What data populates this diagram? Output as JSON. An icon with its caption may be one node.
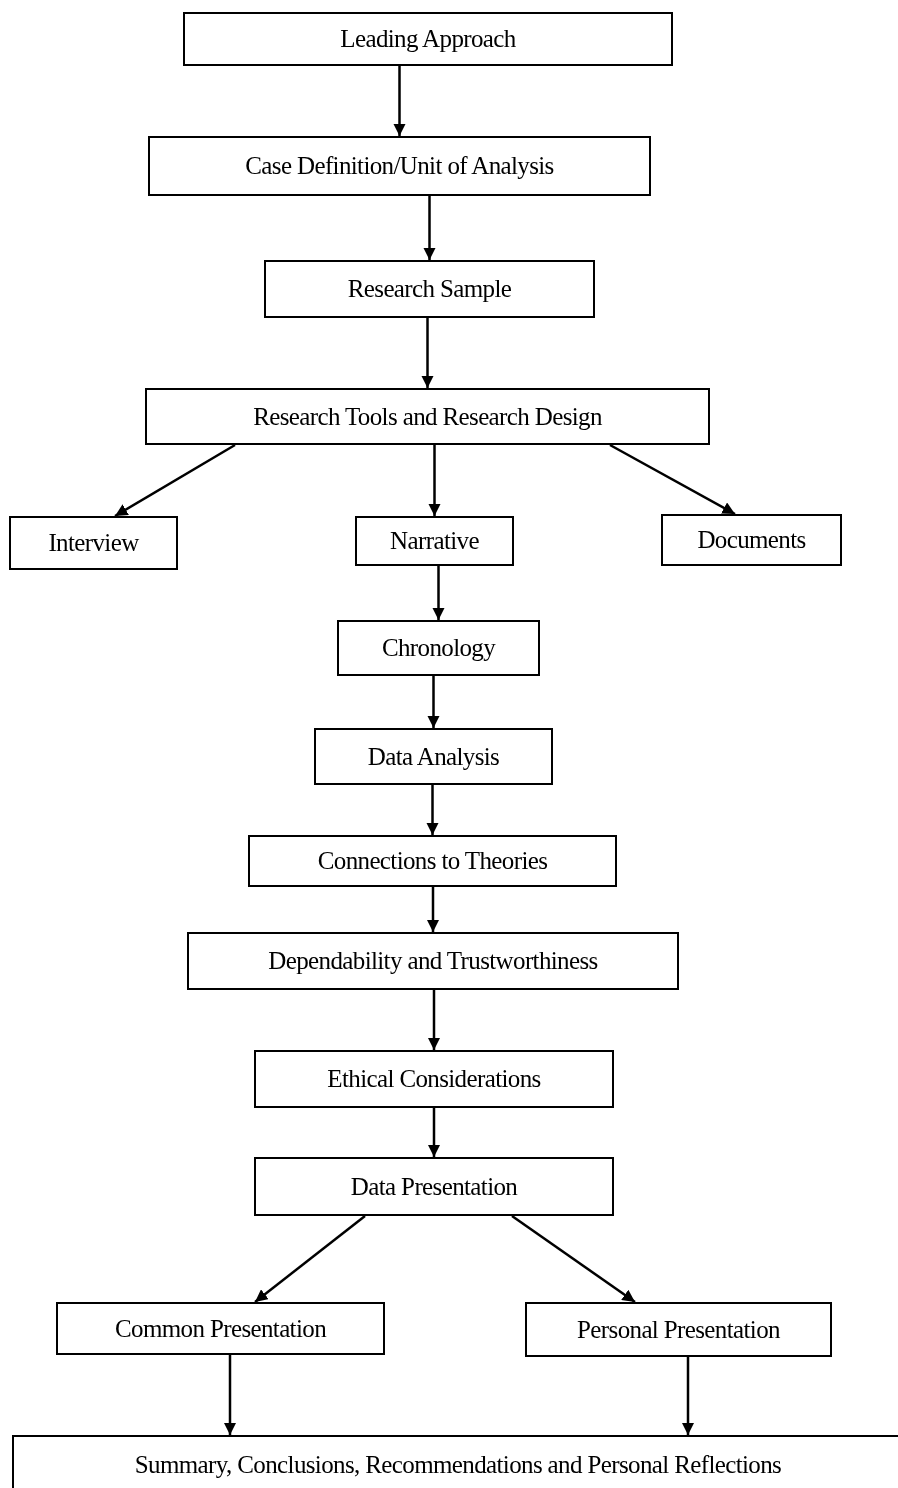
{
  "diagram": {
    "nodes": [
      {
        "text": [
          "Leading Approach"
        ]
      },
      {
        "text": [
          "Case Definition/Unit of Analysis"
        ]
      },
      {
        "text": [
          "Research Sample"
        ]
      },
      {
        "text": [
          "Research Tools and Research Design"
        ]
      },
      {
        "text": [
          "Interview"
        ]
      },
      {
        "text": [
          "Narrative"
        ]
      },
      {
        "text": [
          "Documents"
        ]
      },
      {
        "text": [
          "Chronology"
        ]
      },
      {
        "text": [
          "Data Analysis"
        ]
      },
      {
        "text": [
          "Connections to Theories"
        ]
      },
      {
        "text": [
          "Dependability and Trustworthiness"
        ]
      },
      {
        "text": [
          "Ethical Considerations"
        ]
      },
      {
        "text": [
          "Data Presentation"
        ]
      },
      {
        "text": [
          "Common Presentation"
        ]
      },
      {
        "text": [
          "Personal Presentation"
        ]
      },
      {
        "text": [
          "Summary, Conclusions, Recommendations and Personal Reflections"
        ]
      }
    ],
    "edges": [
      {
        "from": 0,
        "to": 1,
        "arrow": "to"
      },
      {
        "from": 1,
        "to": 2,
        "arrow": "to"
      },
      {
        "from": 2,
        "to": 3,
        "arrow": "to"
      },
      {
        "from": 3,
        "to": 4,
        "arrow": "to"
      },
      {
        "from": 3,
        "to": 5,
        "arrow": "to"
      },
      {
        "from": 3,
        "to": 6,
        "arrow": "to"
      },
      {
        "from": 5,
        "to": 7,
        "arrow": "to"
      },
      {
        "from": 7,
        "to": 8,
        "arrow": "to"
      },
      {
        "from": 8,
        "to": 9,
        "arrow": "to"
      },
      {
        "from": 9,
        "to": 10,
        "arrow": "to"
      },
      {
        "from": 10,
        "to": 11,
        "arrow": "to"
      },
      {
        "from": 11,
        "to": 12,
        "arrow": "to"
      },
      {
        "from": 12,
        "to": 13,
        "arrow": "to"
      },
      {
        "from": 12,
        "to": 14,
        "arrow": "to"
      },
      {
        "from": 13,
        "to": 15,
        "arrow": "to"
      },
      {
        "from": 14,
        "to": 15,
        "arrow": "to"
      }
    ]
  }
}
